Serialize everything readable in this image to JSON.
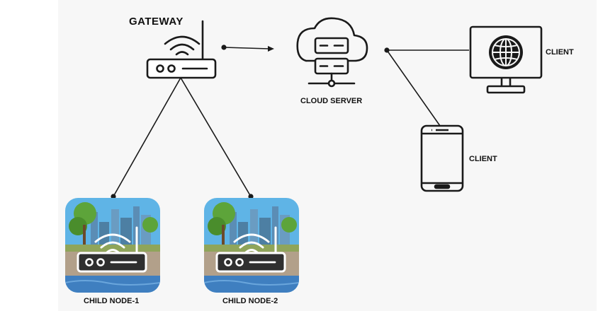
{
  "labels": {
    "gateway": "GATEWAY",
    "cloud_server": "CLOUD SERVER",
    "client_monitor": "CLIENT",
    "client_phone": "CLIENT",
    "child_node_1": "CHILD NODE-1",
    "child_node_2": "CHILD NODE-2"
  },
  "colors": {
    "stroke": "#1a1a1a",
    "background": "#f7f7f7",
    "sky": "#5fb4e6",
    "building": "#4d7fa3",
    "tree": "#5da43a",
    "water": "#3f7fc0",
    "ground": "#b2a08a"
  },
  "icons": {
    "gateway": "router-wifi-icon",
    "cloud": "cloud-server-icon",
    "monitor": "monitor-globe-icon",
    "phone": "smartphone-icon",
    "child_node": "router-city-icon"
  }
}
